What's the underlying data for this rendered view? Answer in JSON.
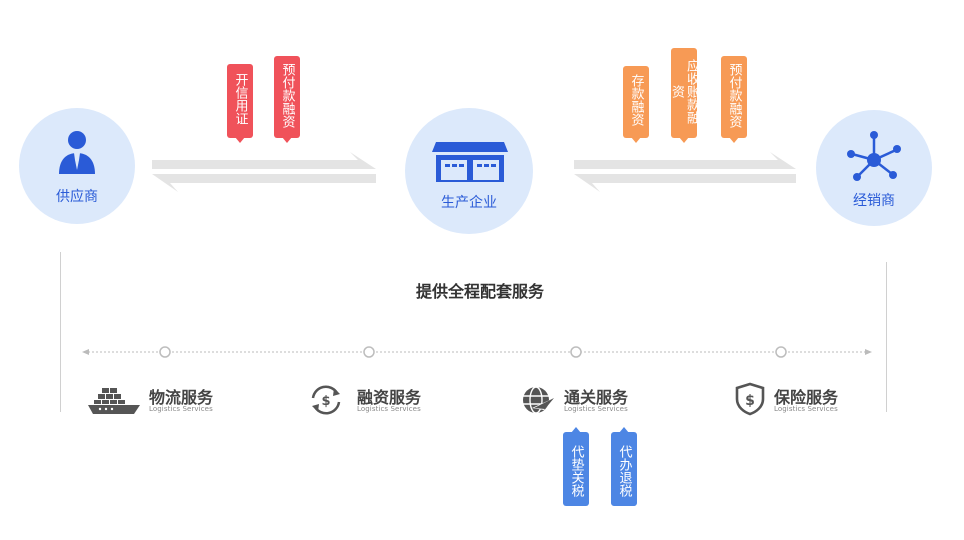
{
  "nodes": {
    "supplier": "供应商",
    "manufacturer": "生产企业",
    "distributor": "经销商"
  },
  "left_tags": [
    "开信用证",
    "预付款融资"
  ],
  "right_tags": [
    "存款融资",
    "应收账款融资",
    "预付款融资"
  ],
  "heading": "提供全程配套服务",
  "services": [
    {
      "title": "物流服务",
      "subtitle": "Logistics Services",
      "icon": "cargo-ship-icon"
    },
    {
      "title": "融资服务",
      "subtitle": "Logistics Services",
      "icon": "dollar-cycle-icon"
    },
    {
      "title": "通关服务",
      "subtitle": "Logistics Services",
      "icon": "globe-plane-icon"
    },
    {
      "title": "保险服务",
      "subtitle": "Logistics Services",
      "icon": "shield-dollar-icon"
    }
  ],
  "customs_tags": [
    "代垫关税",
    "代办退税"
  ],
  "colors": {
    "node_fill": "#dce9fb",
    "node_icon": "#2a5bd7",
    "tag_red": "#f0525a",
    "tag_orange": "#f79a55",
    "tag_blue": "#4d86e4",
    "arrow_gray": "#e4e4e4"
  }
}
